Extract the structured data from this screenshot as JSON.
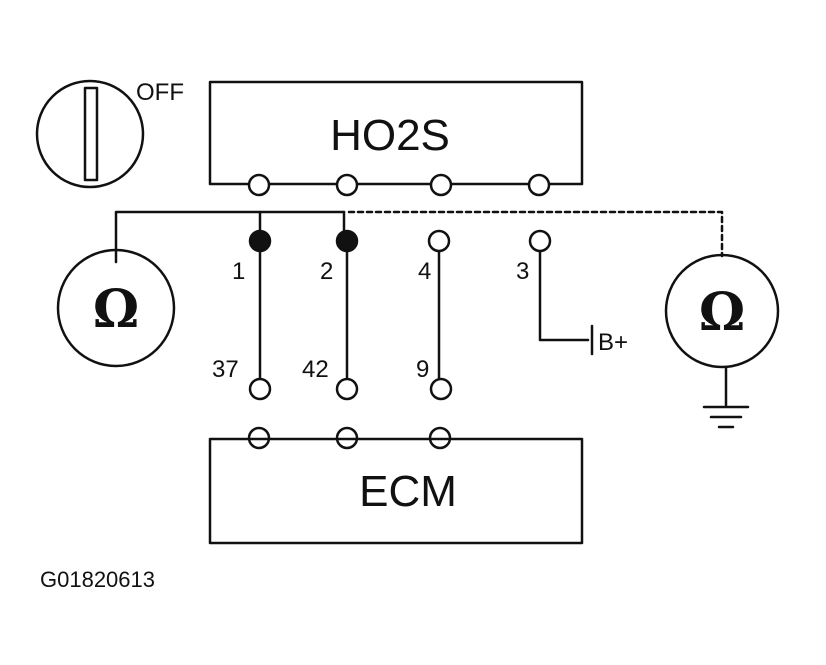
{
  "switch": {
    "label": "OFF"
  },
  "sensor": {
    "label": "HO2S"
  },
  "ecm": {
    "label": "ECM"
  },
  "harness_pins": [
    {
      "sensor_pin": "1",
      "ecm_pin": "37",
      "probed": true
    },
    {
      "sensor_pin": "2",
      "ecm_pin": "42",
      "probed": true
    },
    {
      "sensor_pin": "4",
      "ecm_pin": "9",
      "probed": false
    },
    {
      "sensor_pin": "3",
      "ecm_pin": "",
      "probed": false
    }
  ],
  "supply": {
    "label": "B+"
  },
  "meters": [
    {
      "name": "ohmmeter-left",
      "symbol": "Ω"
    },
    {
      "name": "ohmmeter-right",
      "symbol": "Ω"
    }
  ],
  "figure_id": "G01820613"
}
